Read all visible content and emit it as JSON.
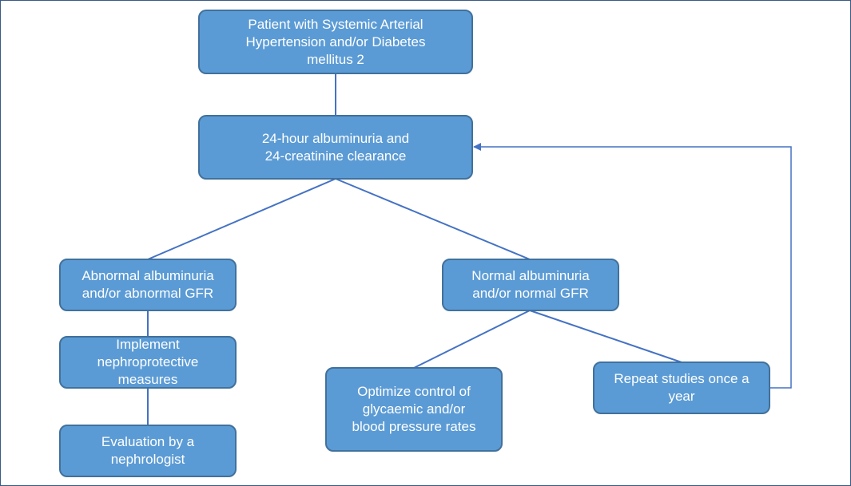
{
  "nodes": {
    "patient": "Patient with Systemic Arterial\nHypertension and/or Diabetes\nmellitus 2",
    "tests": "24-hour albuminuria and\n24-creatinine clearance",
    "abnormal": "Abnormal albuminuria\nand/or abnormal GFR",
    "normal": "Normal albuminuria\nand/or normal GFR",
    "implement": "Implement\nnephroprotective\nmeasures",
    "evaluation": "Evaluation by a\nnephrologist",
    "optimize": "Optimize control of\nglycaemic and/or\nblood pressure rates",
    "repeat": "Repeat studies once a\nyear"
  },
  "colors": {
    "node_fill": "#5b9bd5",
    "node_border": "#41719c",
    "connector": "#4472c4",
    "text": "#ffffff"
  }
}
